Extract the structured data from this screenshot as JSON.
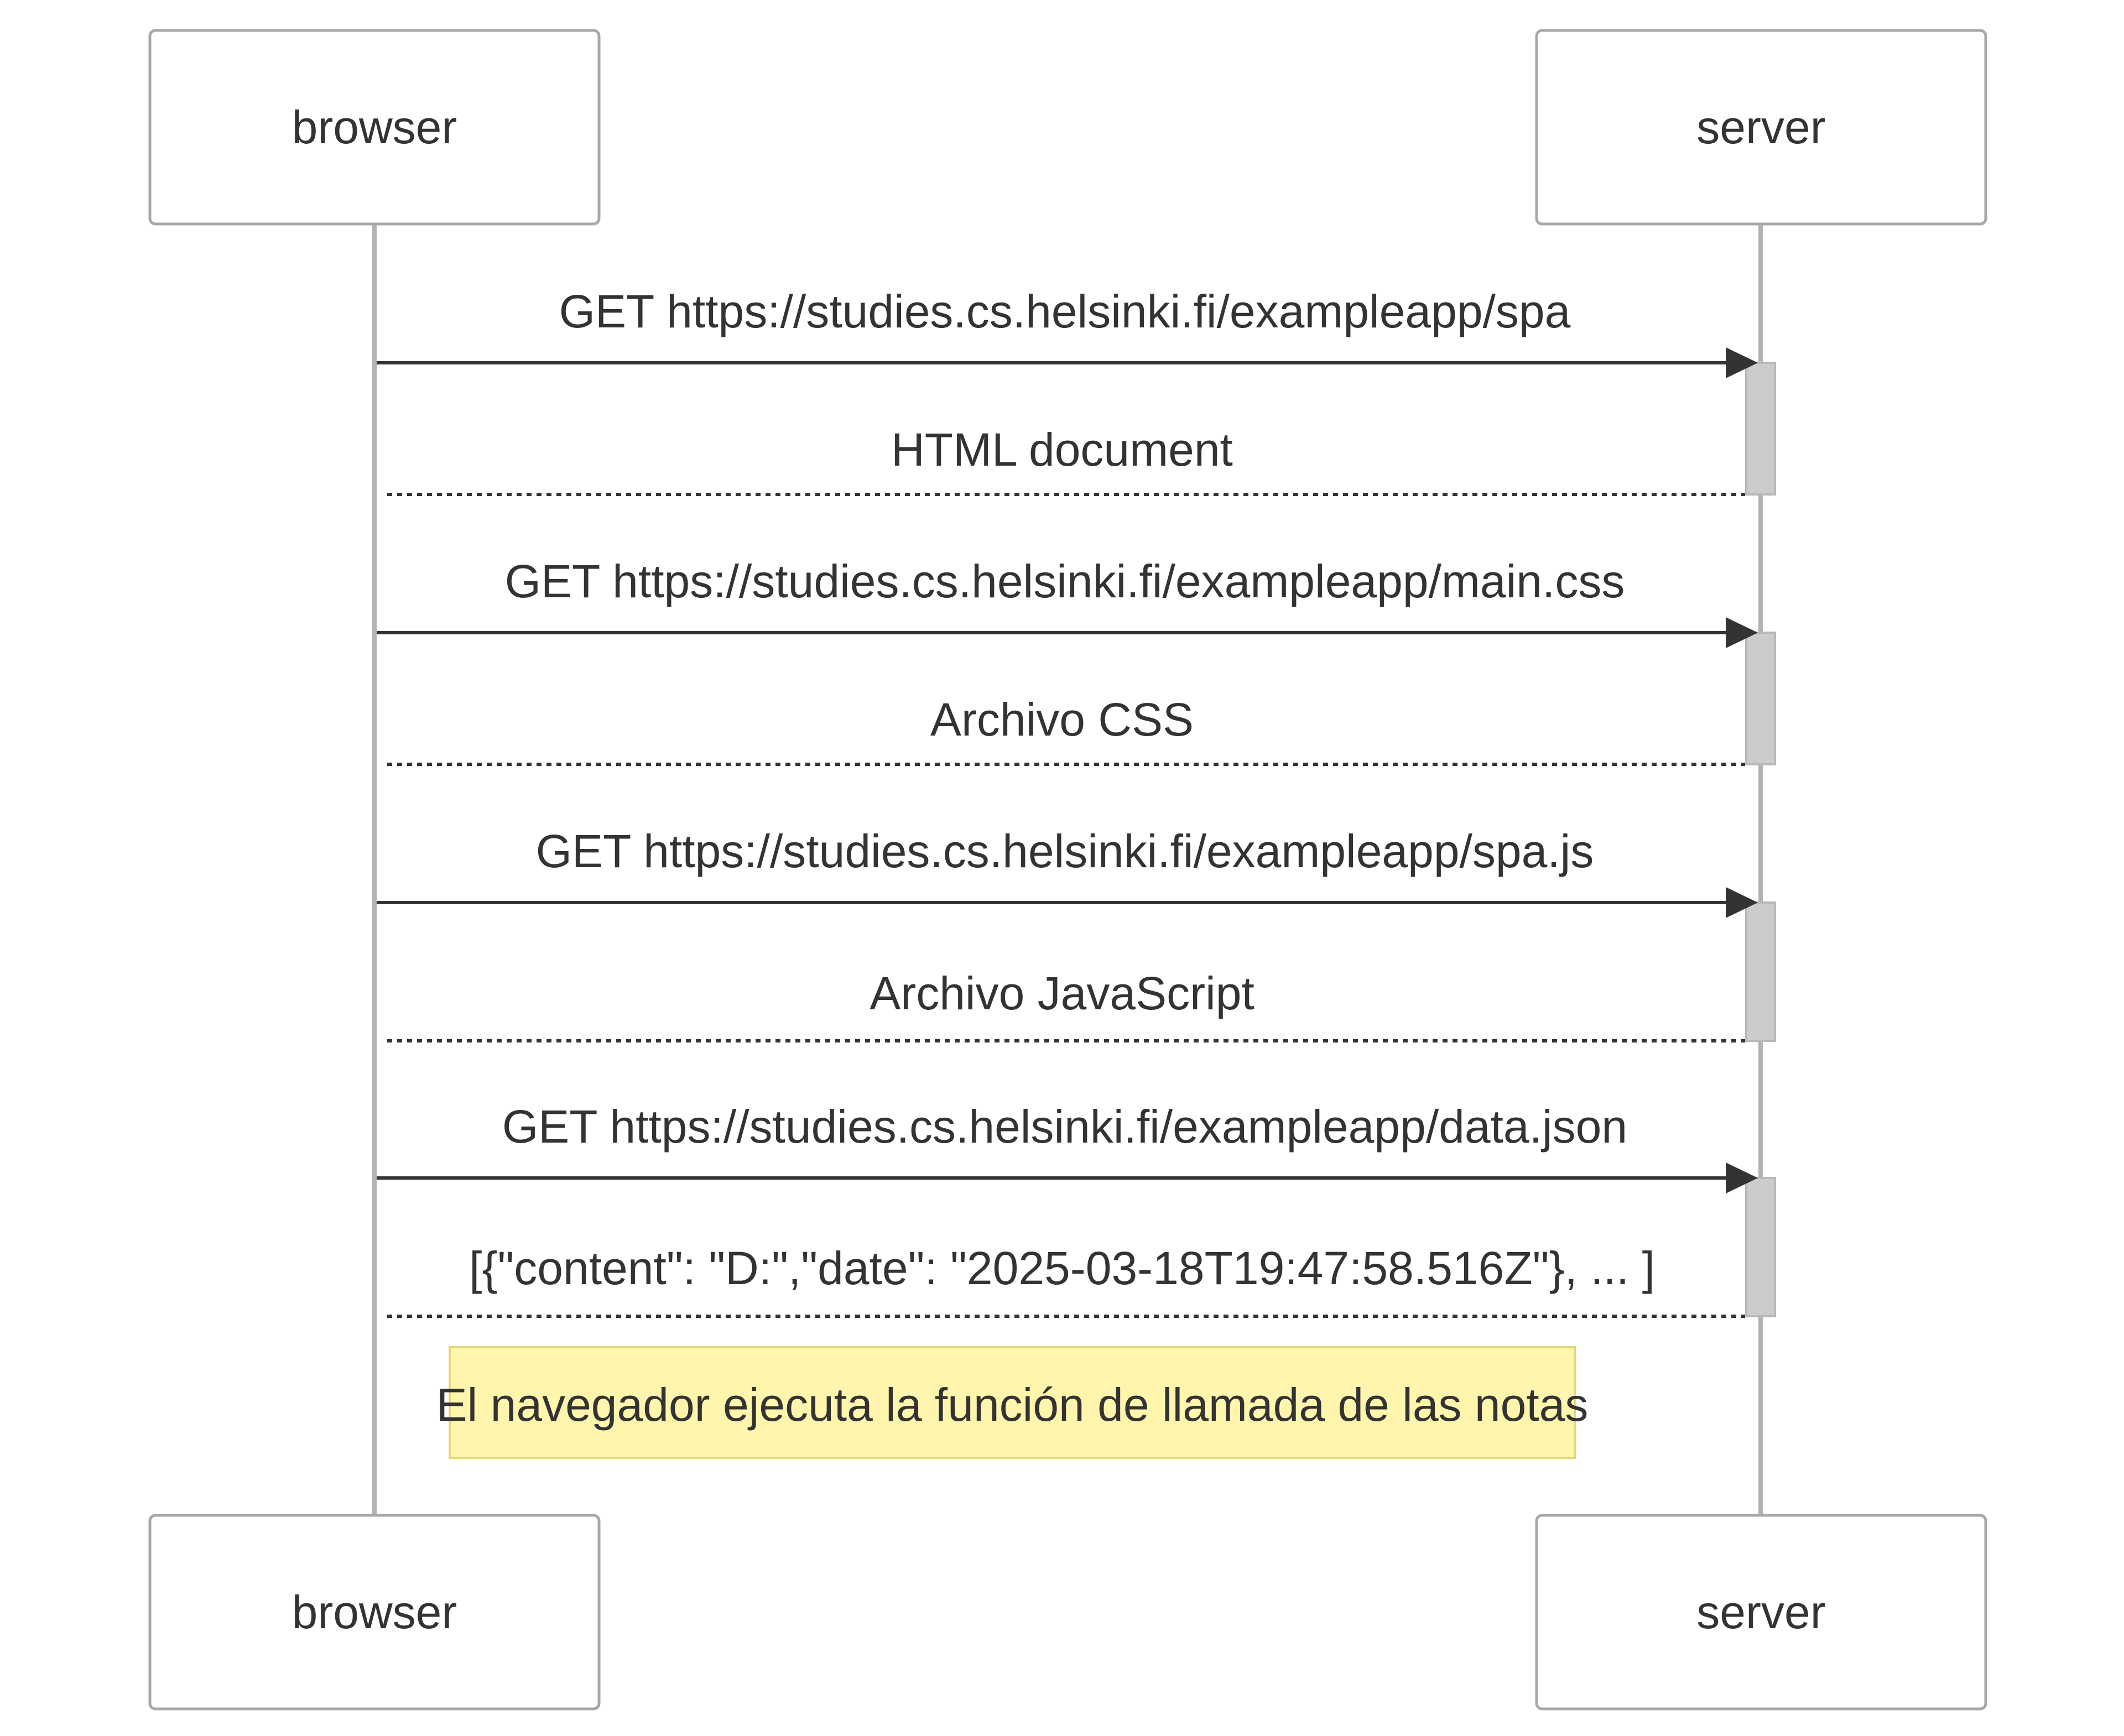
{
  "diagram": {
    "type": "sequence",
    "participants": [
      {
        "id": "browser",
        "label": "browser"
      },
      {
        "id": "server",
        "label": "server"
      }
    ],
    "messages": [
      {
        "from": "browser",
        "to": "server",
        "label": "GET https://studies.cs.helsinki.fi/exampleapp/spa",
        "style": "solid"
      },
      {
        "from": "server",
        "to": "browser",
        "label": "HTML document",
        "style": "dotted"
      },
      {
        "from": "browser",
        "to": "server",
        "label": "GET https://studies.cs.helsinki.fi/exampleapp/main.css",
        "style": "solid"
      },
      {
        "from": "server",
        "to": "browser",
        "label": "Archivo CSS",
        "style": "dotted"
      },
      {
        "from": "browser",
        "to": "server",
        "label": "GET https://studies.cs.helsinki.fi/exampleapp/spa.js",
        "style": "solid"
      },
      {
        "from": "server",
        "to": "browser",
        "label": "Archivo JavaScript",
        "style": "dotted"
      },
      {
        "from": "browser",
        "to": "server",
        "label": "GET https://studies.cs.helsinki.fi/exampleapp/data.json",
        "style": "solid"
      },
      {
        "from": "server",
        "to": "browser",
        "label": "[{\"content\": \"D:\",\"date\": \"2025-03-18T19:47:58.516Z\"}, ... ]",
        "style": "dotted"
      }
    ],
    "note": {
      "text": "El navegador ejecuta la función de llamada de las notas",
      "color": "#fff5ad"
    }
  }
}
